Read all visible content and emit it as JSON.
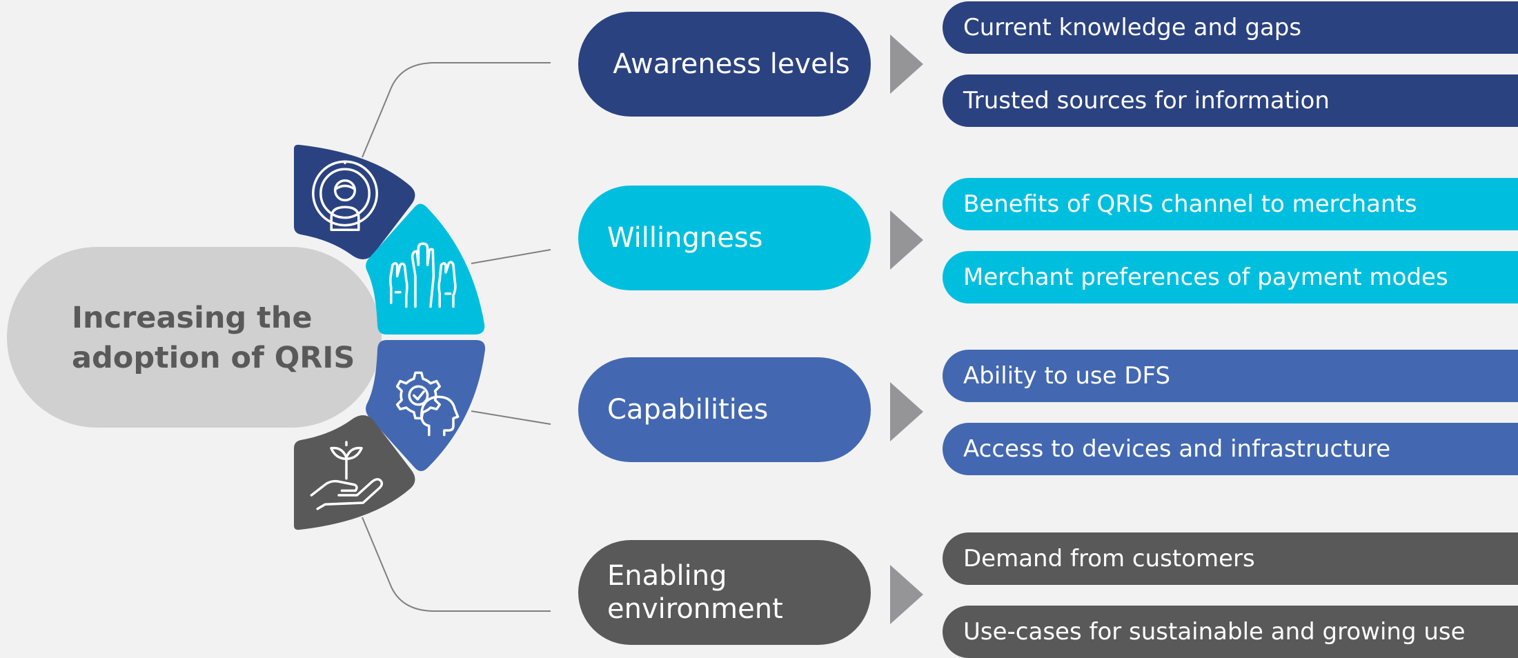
{
  "center": {
    "title": "Increasing the adoption of QRIS",
    "color": "#d0d0d1"
  },
  "colors": {
    "awareness": "#2b4281",
    "willingness": "#00bfde",
    "capabilities": "#4368b1",
    "environment": "#595959",
    "arrow": "#959597",
    "connector": "#7f7f7f"
  },
  "icons": {
    "awareness": "person-target-icon",
    "willingness": "raised-hands-icon",
    "capabilities": "gear-head-icon",
    "environment": "hand-plant-icon"
  },
  "categories": [
    {
      "label": "Awareness levels",
      "items": [
        "Current knowledge and gaps",
        "Trusted sources for information"
      ]
    },
    {
      "label": "Willingness",
      "items": [
        "Benefits of QRIS channel to merchants",
        "Merchant preferences of payment modes"
      ]
    },
    {
      "label": "Capabilities",
      "items": [
        "Ability to use DFS",
        "Access to devices and infrastructure"
      ]
    },
    {
      "label": "Enabling environment",
      "items": [
        "Demand from customers",
        "Use-cases for sustainable and growing use"
      ]
    }
  ]
}
